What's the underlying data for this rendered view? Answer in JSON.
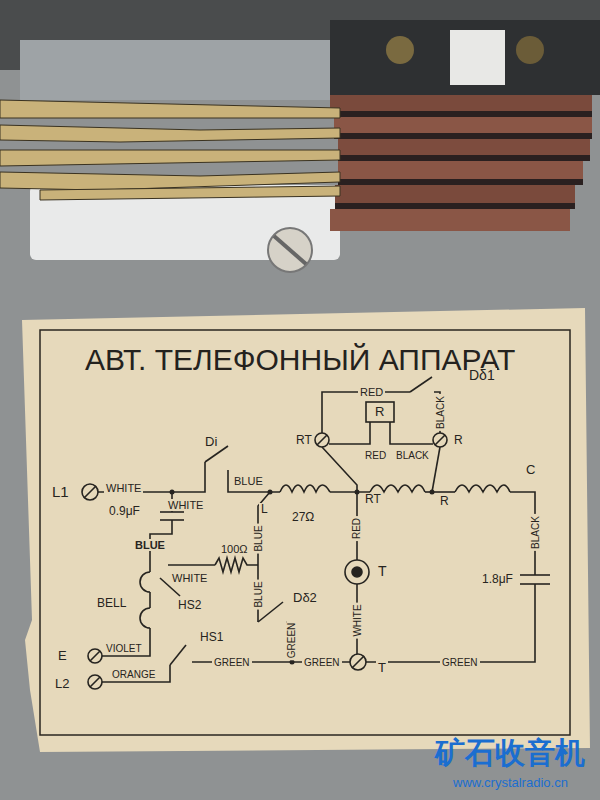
{
  "diagram": {
    "title": "АВТ. ТЕЛЕФОННЫЙ АППАРАТ",
    "labels": [
      "RED",
      "Dδ1",
      "R",
      "RT",
      "RED",
      "BLACK",
      "BLACK",
      "R",
      "Di",
      "L1",
      "WHITE",
      "WHITE",
      "BLUE",
      "L",
      "27Ω",
      "RT",
      "R",
      "C",
      "0.9μF",
      "BLUE",
      "100Ω",
      "WHITE",
      "BLUE",
      "BLUE",
      "RED",
      "T",
      "BLACK",
      "1.8μF",
      "HS2",
      "BELL",
      "Dδ2",
      "HS1",
      "E",
      "VIOLET",
      "L2",
      "ORANGE",
      "GREEN",
      "GREEN",
      "GREEN",
      "WHITE",
      "GREEN",
      "T",
      "矿石收音机",
      "www.crystalradio.cn"
    ]
  }
}
